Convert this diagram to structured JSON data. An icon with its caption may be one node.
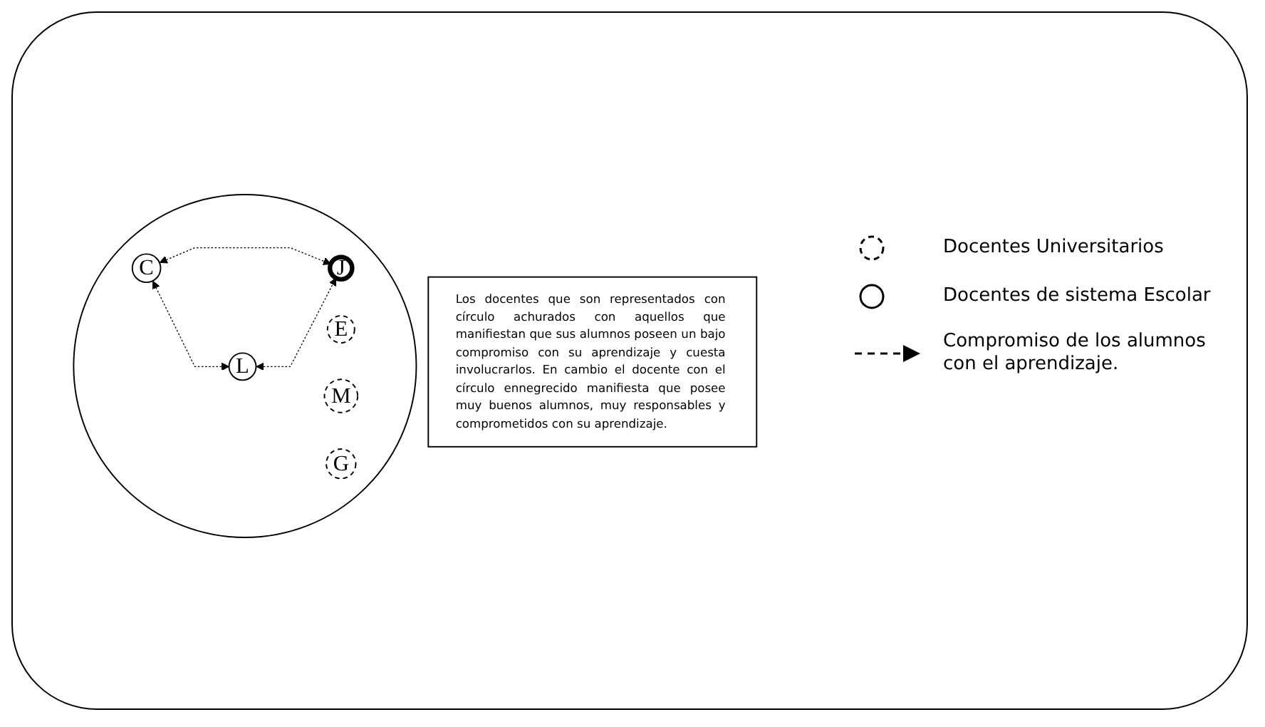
{
  "diagram": {
    "nodes": [
      {
        "text": [],
        "shape": "circle"
      },
      {
        "text": [
          "C"
        ],
        "in": 0
      },
      {
        "text": [
          "E"
        ],
        "in": 0
      },
      {
        "text": [
          "M"
        ],
        "in": 0
      },
      {
        "text": [
          "L"
        ],
        "in": 0
      },
      {
        "text": [
          "G"
        ],
        "in": 0
      },
      {
        "text": [
          "J"
        ],
        "in": 0
      },
      {
        "text": [
          "Los docentes que son representados con círculo achurados con aquellos que manifiestan que sus alumnos poseen un bajo compromiso con su aprendizaje y cuesta involucrarlos. En cambio el docente con el círculo ennegrecido manifiesta que posee muy buenos alumnos, muy responsables y comprometidos con su aprendizaje."
        ]
      }
    ],
    "edges": [
      {
        "from": 1,
        "to": 6,
        "arrow": "both",
        "style": "dashed"
      },
      {
        "from": 1,
        "to": 4,
        "arrow": "both",
        "style": "dashed"
      },
      {
        "from": 4,
        "to": 6,
        "arrow": "both",
        "style": "dashed"
      }
    ],
    "legend": [
      {
        "text": "Docentes Universitarios"
      },
      {
        "text": "Docentes de sistema Escolar"
      },
      {
        "text": "Compromiso de los alumnos con el aprendizaje."
      }
    ]
  }
}
